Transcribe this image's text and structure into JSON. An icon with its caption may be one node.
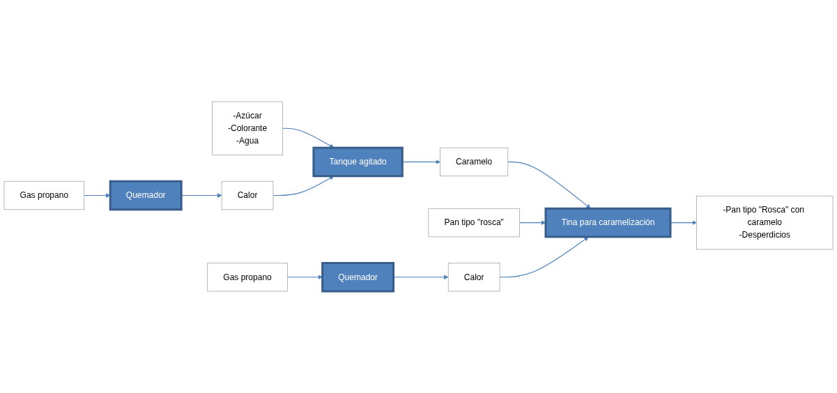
{
  "diagram": {
    "nodes": [
      {
        "text": [
          "-Azúcar",
          "-Colorante",
          "-Agua"
        ]
      },
      {
        "text": [
          "Tanque agitado"
        ]
      },
      {
        "text": [
          "Caramelo"
        ]
      },
      {
        "text": [
          "Pan tipo \"rosca\""
        ]
      },
      {
        "text": [
          "Tina para caramelización"
        ]
      },
      {
        "text": [
          "-Pan tipo \"Rosca\" con caramelo",
          "-Desperdicios"
        ]
      },
      {
        "text": [
          "Calor"
        ]
      },
      {
        "text": [
          "Quemador"
        ]
      },
      {
        "text": [
          "Gas propano"
        ]
      },
      {
        "text": [
          "Calor"
        ]
      },
      {
        "text": [
          "Quemador"
        ]
      },
      {
        "text": [
          "Gas propano"
        ]
      }
    ],
    "edges": [
      {
        "from": 0,
        "to": 1,
        "arrow": "to"
      },
      {
        "from": 1,
        "to": 2,
        "arrow": "to"
      },
      {
        "from": 2,
        "to": 4,
        "arrow": "to"
      },
      {
        "from": 3,
        "to": 4,
        "arrow": "to"
      },
      {
        "from": 4,
        "to": 5,
        "arrow": "to"
      },
      {
        "from": 6,
        "to": 1,
        "arrow": "to"
      },
      {
        "from": 7,
        "to": 6,
        "arrow": "to"
      },
      {
        "from": 8,
        "to": 7,
        "arrow": "to"
      },
      {
        "from": 9,
        "to": 4,
        "arrow": "to"
      },
      {
        "from": 10,
        "to": 9,
        "arrow": "to"
      },
      {
        "from": 11,
        "to": 10,
        "arrow": "to"
      }
    ]
  }
}
